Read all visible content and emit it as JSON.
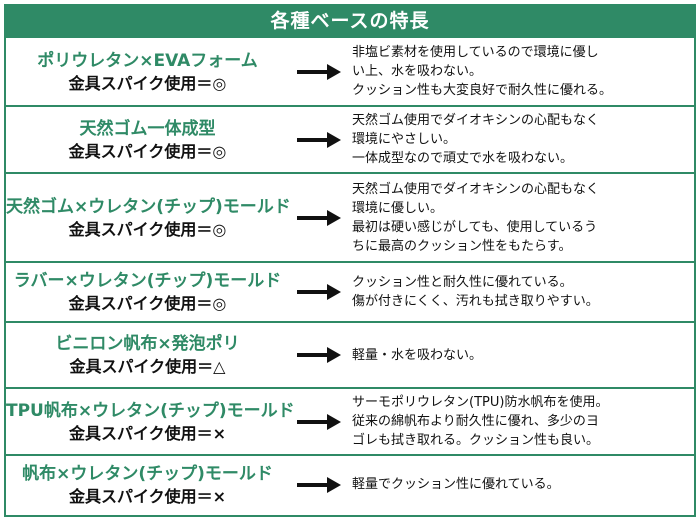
{
  "header": {
    "title": "各種ベースの特長"
  },
  "rows": [
    {
      "title": "ポリウレタン×EVAフォーム",
      "spike": "金具スパイク使用＝◎",
      "desc": [
        "非塩ビ素材を使用しているので環境に優し",
        "い上、水を吸わない。",
        "クッション性も大変良好で耐久性に優れる。"
      ]
    },
    {
      "title": "天然ゴム一体成型",
      "spike": "金具スパイク使用＝◎",
      "desc": [
        "天然ゴム使用でダイオキシンの心配もなく",
        "環境にやさしい。",
        "一体成型なので頑丈で水を吸わない。"
      ]
    },
    {
      "title": "天然ゴム×ウレタン(チップ)モールド",
      "spike": "金具スパイク使用＝◎",
      "desc": [
        "天然ゴム使用でダイオキシンの心配もなく",
        "環境に優しい。",
        "最初は硬い感じがしても、使用しているう",
        "ちに最高のクッション性をもたらす。"
      ]
    },
    {
      "title": "ラバー×ウレタン(チップ)モールド",
      "spike": "金具スパイク使用＝◎",
      "desc": [
        "クッション性と耐久性に優れている。",
        "傷が付きにくく、汚れも拭き取りやすい。"
      ]
    },
    {
      "title": "ビニロン帆布×発泡ポリ",
      "spike": "金具スパイク使用＝△",
      "desc": [
        "軽量・水を吸わない。"
      ]
    },
    {
      "title": "TPU帆布×ウレタン(チップ)モールド",
      "spike": "金具スパイク使用＝×",
      "desc": [
        "サーモポリウレタン(TPU)防水帆布を使用。",
        "従来の綿帆布より耐久性に優れ、多少のヨ",
        "ゴレも拭き取れる。クッション性も良い。"
      ]
    },
    {
      "title": "帆布×ウレタン(チップ)モールド",
      "spike": "金具スパイク使用＝×",
      "desc": [
        "軽量でクッション性に優れている。"
      ]
    }
  ]
}
